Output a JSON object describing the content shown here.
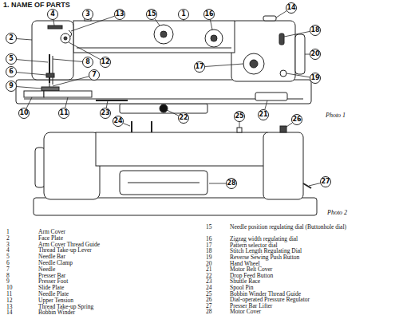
{
  "diagram": {
    "title": "1. NAME OF PARTS",
    "labels": [
      "1",
      "2",
      "3",
      "4",
      "5",
      "6",
      "7",
      "8",
      "9",
      "10",
      "11",
      "12",
      "13",
      "14",
      "15",
      "16",
      "17",
      "18",
      "19",
      "20",
      "21",
      "22",
      "23",
      "Photo 1",
      "24",
      "25",
      "26",
      "27",
      "28",
      "Photo 2",
      "1",
      "Arm Cover",
      "2",
      "Face Plate",
      "3",
      "Arm Cover Thread Guide",
      "4",
      "Thread Take-up Lever",
      "5",
      "Needle Bar",
      "6",
      "Needle Clamp",
      "7",
      "Needle",
      "8",
      "Presser Bar",
      "9",
      "Presser Foot",
      "10",
      "Slide Plate",
      "11",
      "Needle Plate",
      "12",
      "Upper Tension",
      "13",
      "Thread Take-up Spring",
      "14",
      "Bobbin Winder",
      "15",
      "Needle position regulating dial (Buttonhole dial)",
      "16",
      "Zigzag width regulating dial",
      "17",
      "Pattern selector dial",
      "18",
      "Stitch Length Regulating Dial",
      "19",
      "Reverse Sewing Push Button",
      "20",
      "Hand Wheel",
      "21",
      "Motor Belt Cover",
      "22",
      "Drop Feed Button",
      "23",
      "Shuttle Race",
      "24",
      "Spool Pin",
      "25",
      "Bobbin Winder Thread Guide",
      "26",
      "Dial-operated Pressure Regulator",
      "27",
      "Presser Bar Lifter",
      "28",
      "Motor Cover"
    ]
  }
}
